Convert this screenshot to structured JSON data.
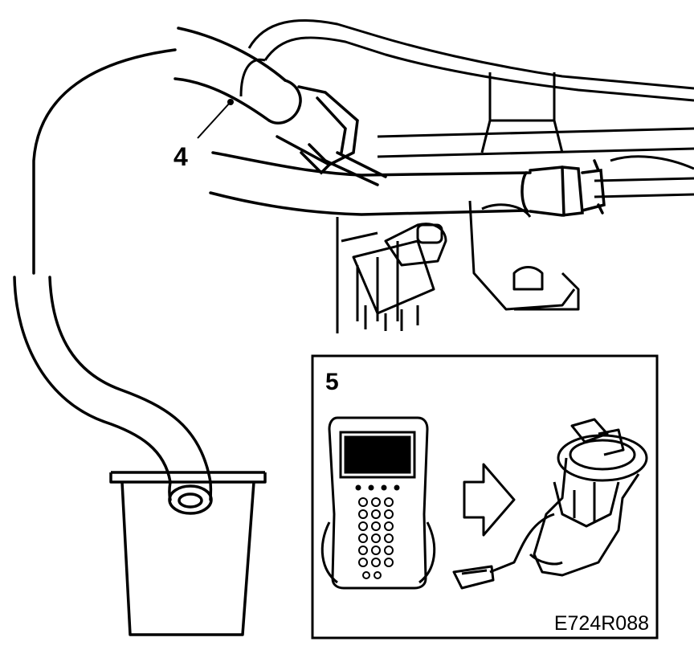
{
  "callouts": {
    "step4": "4",
    "step5": "5"
  },
  "figure_code": "E724R088",
  "icons": [
    "fuel-hose-icon",
    "bucket-icon",
    "diagnostic-tool-icon",
    "arrow-right-icon",
    "fuel-pump-icon"
  ],
  "colors": {
    "line": "#000000",
    "background": "#ffffff"
  }
}
